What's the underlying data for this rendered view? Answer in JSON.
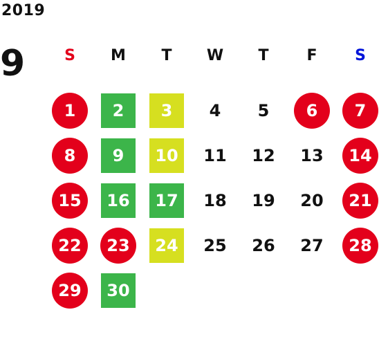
{
  "year": "2019",
  "month": "9",
  "colors": {
    "sunday_label": "#e3001b",
    "saturday_label": "#0014d9",
    "text": "#111111",
    "holiday": "#e3001b",
    "green": "#3cb54a",
    "yellow": "#d6df20",
    "on_color_text": "#ffffff"
  },
  "weekdays": [
    "S",
    "M",
    "T",
    "W",
    "T",
    "F",
    "S"
  ],
  "days": [
    {
      "label": "1",
      "col": 1,
      "style": "holiday"
    },
    {
      "label": "2",
      "col": 2,
      "style": "green"
    },
    {
      "label": "3",
      "col": 3,
      "style": "yellow"
    },
    {
      "label": "4",
      "col": 4,
      "style": "plain"
    },
    {
      "label": "5",
      "col": 5,
      "style": "plain"
    },
    {
      "label": "6",
      "col": 6,
      "style": "holiday"
    },
    {
      "label": "7",
      "col": 7,
      "style": "holiday"
    },
    {
      "label": "8",
      "col": 1,
      "style": "holiday"
    },
    {
      "label": "9",
      "col": 2,
      "style": "green"
    },
    {
      "label": "10",
      "col": 3,
      "style": "yellow"
    },
    {
      "label": "11",
      "col": 4,
      "style": "plain"
    },
    {
      "label": "12",
      "col": 5,
      "style": "plain"
    },
    {
      "label": "13",
      "col": 6,
      "style": "plain"
    },
    {
      "label": "14",
      "col": 7,
      "style": "holiday"
    },
    {
      "label": "15",
      "col": 1,
      "style": "holiday"
    },
    {
      "label": "16",
      "col": 2,
      "style": "green"
    },
    {
      "label": "17",
      "col": 3,
      "style": "green"
    },
    {
      "label": "18",
      "col": 4,
      "style": "plain"
    },
    {
      "label": "19",
      "col": 5,
      "style": "plain"
    },
    {
      "label": "20",
      "col": 6,
      "style": "plain"
    },
    {
      "label": "21",
      "col": 7,
      "style": "holiday"
    },
    {
      "label": "22",
      "col": 1,
      "style": "holiday"
    },
    {
      "label": "23",
      "col": 2,
      "style": "holiday"
    },
    {
      "label": "24",
      "col": 3,
      "style": "yellow"
    },
    {
      "label": "25",
      "col": 4,
      "style": "plain"
    },
    {
      "label": "26",
      "col": 5,
      "style": "plain"
    },
    {
      "label": "27",
      "col": 6,
      "style": "plain"
    },
    {
      "label": "28",
      "col": 7,
      "style": "holiday"
    },
    {
      "label": "29",
      "col": 1,
      "style": "holiday"
    },
    {
      "label": "30",
      "col": 2,
      "style": "green"
    }
  ]
}
